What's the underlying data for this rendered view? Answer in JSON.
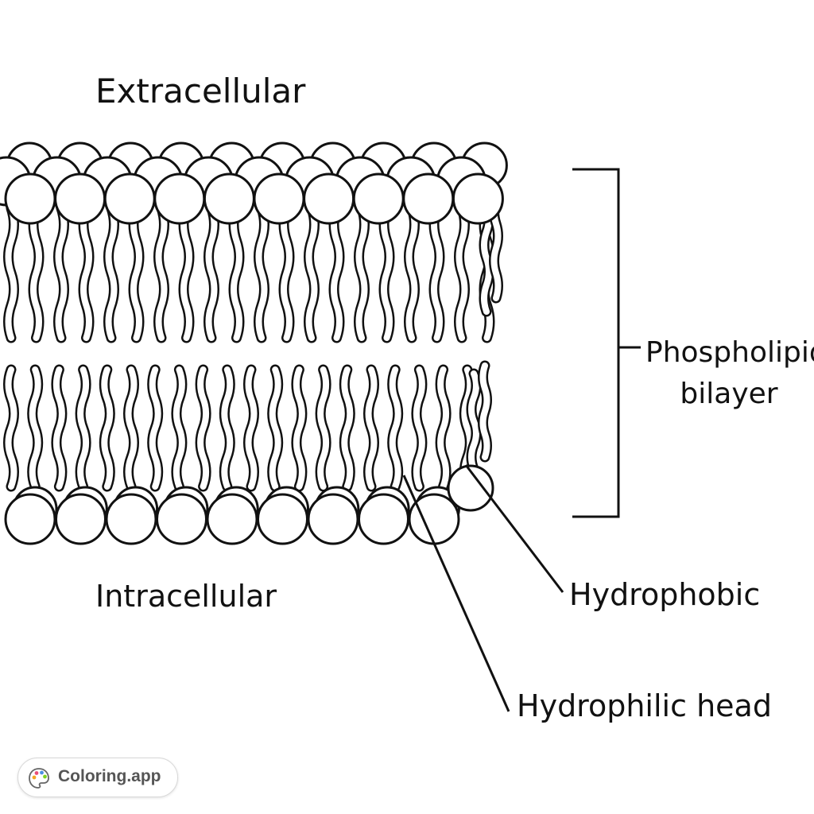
{
  "diagram": {
    "title_top": "Extracellular",
    "title_bottom": "Intracellular",
    "labels": {
      "bilayer_line1": "Phospholipid",
      "bilayer_line2": "bilayer",
      "hydrophobic": "Hydrophobic",
      "hydrophilic": "Hydrophilic head"
    },
    "line_color": "#111111",
    "fill_color": "#ffffff"
  },
  "badge": {
    "text": "Coloring.app",
    "icon": "palette-icon"
  }
}
